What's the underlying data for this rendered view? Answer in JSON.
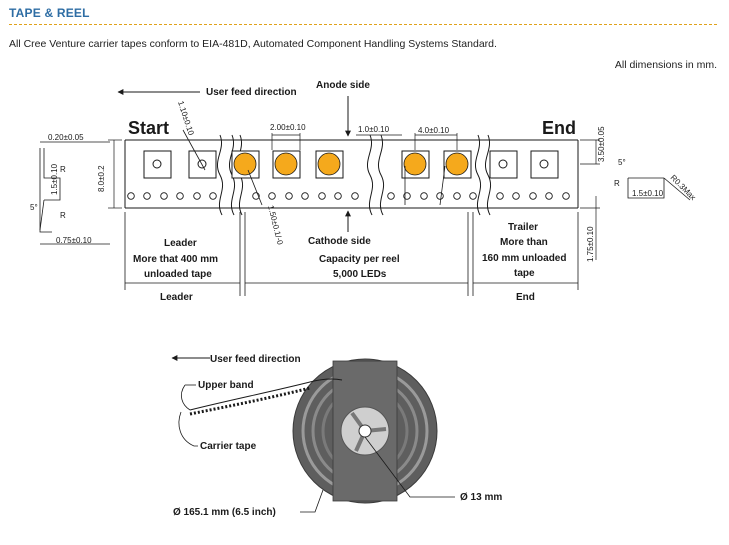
{
  "section": {
    "title": "TAPE & REEL",
    "intro": "All Cree Venture carrier tapes conform to EIA-481D, Automated Component Handling Systems Standard.",
    "units_note": "All dimensions in mm."
  },
  "tape_diagram": {
    "start": "Start",
    "end": "End",
    "user_feed": "User feed direction",
    "anode": "Anode side",
    "cathode": "Cathode side",
    "leader_l1": "Leader",
    "leader_l2": "More that 400 mm",
    "leader_l3": "unloaded tape",
    "capacity_l1": "Capacity per reel",
    "capacity_l2": "5,000 LEDs",
    "trailer_l1": "Trailer",
    "trailer_l2": "More than",
    "trailer_l3": "160 mm unloaded",
    "trailer_l4": "tape",
    "leader_bottom": "Leader",
    "end_bottom": "End",
    "dim_1_10": "1.10±0.10",
    "dim_2_00": "2.00±0.10",
    "dim_1_0": "1.0±0.10",
    "dim_4_0": "4.0±0.10",
    "dim_3_50": "3.50±0.05",
    "dim_0_20": "0.20±0.05",
    "dim_8_0": "8.0±0.2",
    "dim_1_50": "1.50±0.1/-0",
    "dim_0_75": "0.75±0.10",
    "dim_1_75": "1.75±0.10",
    "dim_r03": "R0.3Max",
    "dim_1_5small": "1.5±0.10",
    "dim_5deg": "5°",
    "dim_r": "R"
  },
  "reel_diagram": {
    "user_feed": "User feed direction",
    "upper_band": "Upper band",
    "carrier_tape": "Carrier tape",
    "diameter_outer": "Ø 165.1 mm (6.5 inch)",
    "diameter_hub": "Ø 13 mm"
  },
  "colors": {
    "heading": "#2e6da4",
    "rule": "#e0a21a",
    "led": "#f5a91c"
  }
}
